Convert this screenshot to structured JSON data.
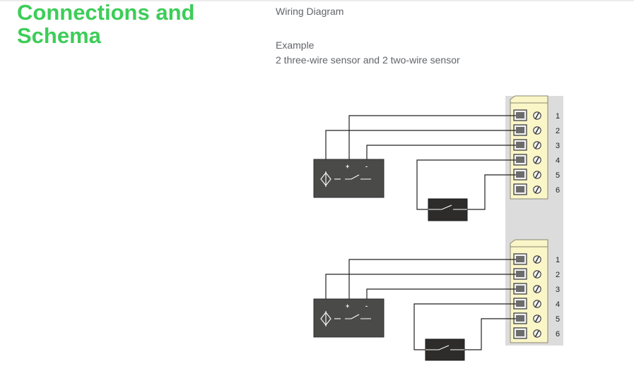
{
  "header": {
    "title": "Connections and Schema",
    "subtitle": "Wiring Diagram"
  },
  "example": {
    "label": "Example",
    "description": "2 three-wire sensor and 2 two-wire sensor"
  },
  "diagram": {
    "terminal_numbers": [
      "1",
      "2",
      "3",
      "4",
      "5",
      "6"
    ],
    "polarity_plus": "+",
    "polarity_minus": "-",
    "colors": {
      "module_body": "#dcdcdc",
      "terminal_block": "#fbf6c8",
      "sensor_body": "#4a4a48",
      "wire": "#222222",
      "title_green": "#3dcd58"
    }
  }
}
